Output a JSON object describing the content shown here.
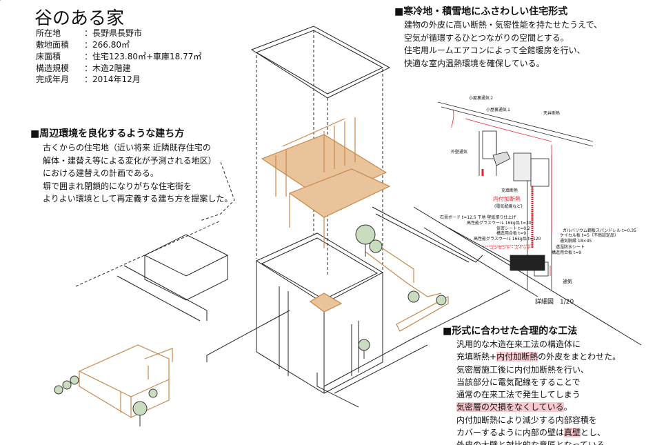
{
  "title": "谷のある家",
  "info": [
    {
      "key": "所在地",
      "value": "：長野県長野市"
    },
    {
      "key": "敷地面積",
      "value": "：266.80㎡"
    },
    {
      "key": "床面積",
      "value": "：住宅123.80㎡+車庫18.77㎡"
    },
    {
      "key": "構造規模",
      "value": "：木造2階建"
    },
    {
      "key": "完成年月",
      "value": "：2014年12月"
    }
  ],
  "section_environment": {
    "heading": "■周辺環境を良化するような建ち方",
    "lines": [
      "古くからの住宅地（近い将来 近隣既存住宅の",
      "解体・建替え等による変化が予測される地区）",
      "における建替えの計画である。",
      "塀で囲まれ閉鎖的になりがちな住宅街を",
      "よりよい環境として再定義する建ち方を提案した。"
    ]
  },
  "section_climate": {
    "heading": "■寒冷地・積雪地にふさわしい住宅形式",
    "lines": [
      "建物の外皮に高い断熱・気密性能を持たせたうえで、",
      "空気が循環するひとつながりの空間とする。",
      "住宅用ルームエアコンによって全館暖房を行い、",
      "快適な室内温熱環境を確保している。"
    ]
  },
  "section_method": {
    "heading": "■形式に合わせた合理的な工法",
    "line1": "汎用的な木造在来工法の構造体に",
    "line2a": "充填断熱+",
    "line2b": "内付加断熱",
    "line2c": "の外皮をまとわせた。",
    "line3": "気密層施工後に内付加断熱を行い、",
    "line4": "当該部分に電気配線をすることで",
    "line5": "通常の在来工法で発生してしまう",
    "line6a": "気密層の欠損をなくしている",
    "line6b": "。",
    "line7": "内付加断熱により減少する内部容積を",
    "line8a": "カバーするように内部の壁は",
    "line8b": "真壁",
    "line8c": "とし、",
    "line9": "外皮の大壁と対比的な意匠となっている。"
  },
  "detail": {
    "labels": {
      "attic_vent2": "小屋裏通気２",
      "attic_vent1": "小屋裏通気１",
      "ceiling_insulation": "天井断熱",
      "wall_vent": "外壁通気",
      "fill_insulation": "充填断熱",
      "inner_insulation": "内付加断熱",
      "wiring": "(電気配線など)",
      "board": "石膏ボード t=12.5 下地 壁紙張り仕上げ",
      "glasswool30": "高性能グラスウール 16kg品 t=30",
      "airtight": "気密シート t=0.2",
      "plywood": "構造用合板 t=9",
      "glasswool120": "高性能グラスウール 16kg品 t=120",
      "outlet": "コンセント・スイッチ",
      "galvalume": "ガルバリウム鋼板スパンドレル t=0.35",
      "calcium": "ケイカル板 t=5（不燃認定品）",
      "furring": "通気胴縁 18×45",
      "membrane": "透湿防水シート",
      "plywood2": "構造用合板 t=9",
      "vent": "通気"
    },
    "caption": "詳細図　1/20"
  },
  "colors": {
    "wood": "#c8864a",
    "red": "#e8202a",
    "tree": "#c9dcc0",
    "highlight": "#f6c9cf"
  }
}
